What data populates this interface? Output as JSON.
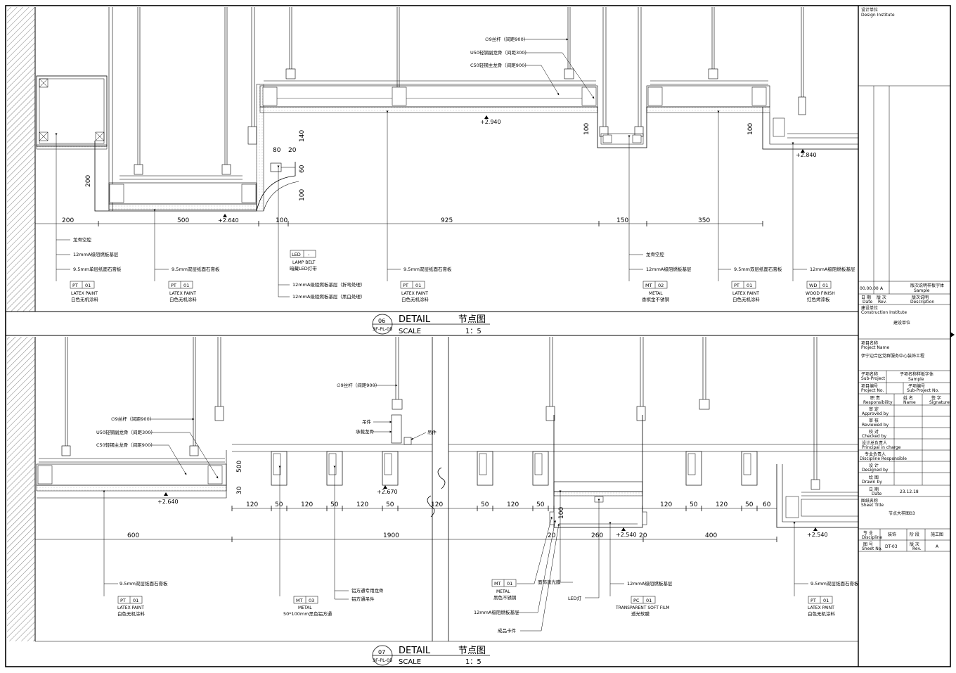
{
  "detail_06": {
    "num": "06",
    "ref": "3F-PL-05",
    "title_en": "DETAIL",
    "title_cn": "节点图",
    "scale_label": "SCALE",
    "scale_value": "1：5",
    "dims": [
      "200",
      "500",
      "100",
      "925",
      "150",
      "350",
      "200",
      "140",
      "80",
      "20",
      "60",
      "100",
      "100",
      "100"
    ],
    "levels": [
      "+2.640",
      "+2.940",
      "+2.840"
    ],
    "callouts": {
      "rod": "∅9丝杆（间距900）",
      "u50": "U50轻钢副龙骨（间距300）",
      "c50": "C50轻钢主龙骨（间距900）"
    },
    "notes_a": [
      "龙骨空腔",
      "12mmA级阻燃板基层",
      "9.5mm单层纸面石膏板"
    ],
    "notes_b": [
      "9.5mm双层纸面石膏板"
    ],
    "notes_c": [
      "12mmA级阻燃板基层（折弯处理）",
      "12mmA级阻燃板基层（黑白处理）"
    ],
    "notes_d": [
      "9.5mm双层纸面石膏板"
    ],
    "notes_e": [
      "龙骨空腔",
      "12mmA级阻燃板基层"
    ],
    "notes_f": [
      "9.5mm双层纸面石膏板"
    ],
    "notes_g": [
      "12mmA级阻燃板基层"
    ],
    "tags": [
      {
        "code": "PT",
        "no": "01",
        "en": "LATEX PAINT",
        "cn": "白色无机涂料"
      },
      {
        "code": "PT",
        "no": "01",
        "en": "LATEX PAINT",
        "cn": "白色无机涂料"
      },
      {
        "code": "LED",
        "no": "-",
        "en": "LAMP BELT",
        "cn": "暗藏LED灯带"
      },
      {
        "code": "PT",
        "no": "01",
        "en": "LATEX PAINT",
        "cn": "白色无机涂料"
      },
      {
        "code": "MT",
        "no": "02",
        "en": "METAL",
        "cn": "香槟金不锈钢"
      },
      {
        "code": "PT",
        "no": "01",
        "en": "LATEX PAINT",
        "cn": "白色无机涂料"
      },
      {
        "code": "WD",
        "no": "01",
        "en": "WOOD FINISH",
        "cn": "红色烤漆板"
      }
    ]
  },
  "detail_07": {
    "num": "07",
    "ref": "3F-PL-05",
    "title_en": "DETAIL",
    "title_cn": "节点图",
    "scale_label": "SCALE",
    "scale_value": "1：5",
    "dims": [
      "600",
      "1900",
      "400",
      "500",
      "30",
      "120",
      "50",
      "120",
      "50",
      "120",
      "50",
      "120",
      "50",
      "120",
      "50",
      "20",
      "260",
      "20",
      "120",
      "50",
      "120",
      "50",
      "60",
      "100"
    ],
    "levels": [
      "+2.640",
      "+2.670",
      "+2.540",
      "+2.540"
    ],
    "callouts": {
      "rod": "∅9丝杆（间距900）",
      "u50": "U50轻钢副龙骨（间距300）",
      "c50": "C50轻钢主龙骨（间距900）",
      "rod2": "∅9丝杆（间距900）",
      "hanger": "吊件",
      "carrier": "承载龙骨",
      "hanger2": "吊件"
    },
    "notes_a": [
      "9.5mm双层纸面石膏板"
    ],
    "notes_b": [
      "铝方通专用龙骨",
      "铝方通吊件"
    ],
    "notes_c": [
      "12mmA级阻燃板基层",
      "成品卡件"
    ],
    "notes_d": [
      "面饰遮光膜",
      "LED灯"
    ],
    "notes_e": [
      "12mmA级阻燃板基层"
    ],
    "notes_f": [
      "9.5mm双层纸面石膏板"
    ],
    "tags": [
      {
        "code": "PT",
        "no": "01",
        "en": "LATEX PAINT",
        "cn": "白色无机涂料"
      },
      {
        "code": "MT",
        "no": "03",
        "en": "METAL",
        "cn": "50*100mm黑色铝方通"
      },
      {
        "code": "MT",
        "no": "01",
        "en": "METAL",
        "cn": "黑色不锈钢"
      },
      {
        "code": "PC",
        "no": "01",
        "en": "TRANSPARENT SOFT FILM",
        "cn": "透光软膜"
      },
      {
        "code": "PT",
        "no": "01",
        "en": "LATEX PAINT",
        "cn": "白色无机涂料"
      }
    ]
  },
  "title_block": {
    "design_institute_cn": "设计单位",
    "design_institute_en": "Design Institute",
    "rev_font": "版次说明样板字体",
    "rev_font2": "Sample",
    "rev_date": "00.00.00",
    "rev_no": "A",
    "date_label": "日 期",
    "date_label_en": "Date",
    "rev_label": "版 次",
    "rev_label_en": "Rev.",
    "desc_label": "版次说明",
    "desc_label_en": "Description",
    "construction_cn": "建设单位",
    "construction_en": "Construction Institute",
    "construction_value": "建设单位",
    "project_cn": "项目名称",
    "project_en": "Project Name",
    "project_value": "伊宁边合区党群服务中心装饰工程",
    "subproject_cn": "子项名称",
    "subproject_en": "Sub-Project",
    "subproject_value": "子项名称样板字体",
    "subproject_value2": "Sample",
    "projno_cn": "项目编号",
    "projno_en": "Project No.",
    "subno_cn": "子项编号",
    "subno_en": "Sub-Project No.",
    "resp_cn": "职 责",
    "resp_en": "Responsibility",
    "name_cn": "姓 名",
    "name_en": "Name",
    "sign_cn": "签 字",
    "sign_en": "Signature",
    "roles": [
      {
        "cn": "审 定",
        "en": "Approved by"
      },
      {
        "cn": "审 核",
        "en": "Reviewed by"
      },
      {
        "cn": "校 对",
        "en": "Checked by"
      },
      {
        "cn": "设计总负责人",
        "en": "Principal in charge"
      },
      {
        "cn": "专业负责人",
        "en": "Discipline Responsible"
      },
      {
        "cn": "设 计",
        "en": "Designed by"
      },
      {
        "cn": "绘 图",
        "en": "Drawn by"
      }
    ],
    "date_row_cn": "日 期",
    "date_row_en": "Date",
    "date_value": "23.12.18",
    "sheet_title_cn": "图纸名称",
    "sheet_title_en": "Sheet Title",
    "sheet_title_value": "节点大样图03",
    "discipline_cn": "专 业",
    "discipline_en": "Discipline",
    "discipline_value": "装饰",
    "stage_cn": "阶 段",
    "stage_value": "施工图",
    "sheetno_cn": "图 号",
    "sheetno_en": "Sheet No.",
    "sheetno_value": "DT-03",
    "rev2_cn": "版 次",
    "rev2_en": "Rev.",
    "rev2_value": "A"
  }
}
